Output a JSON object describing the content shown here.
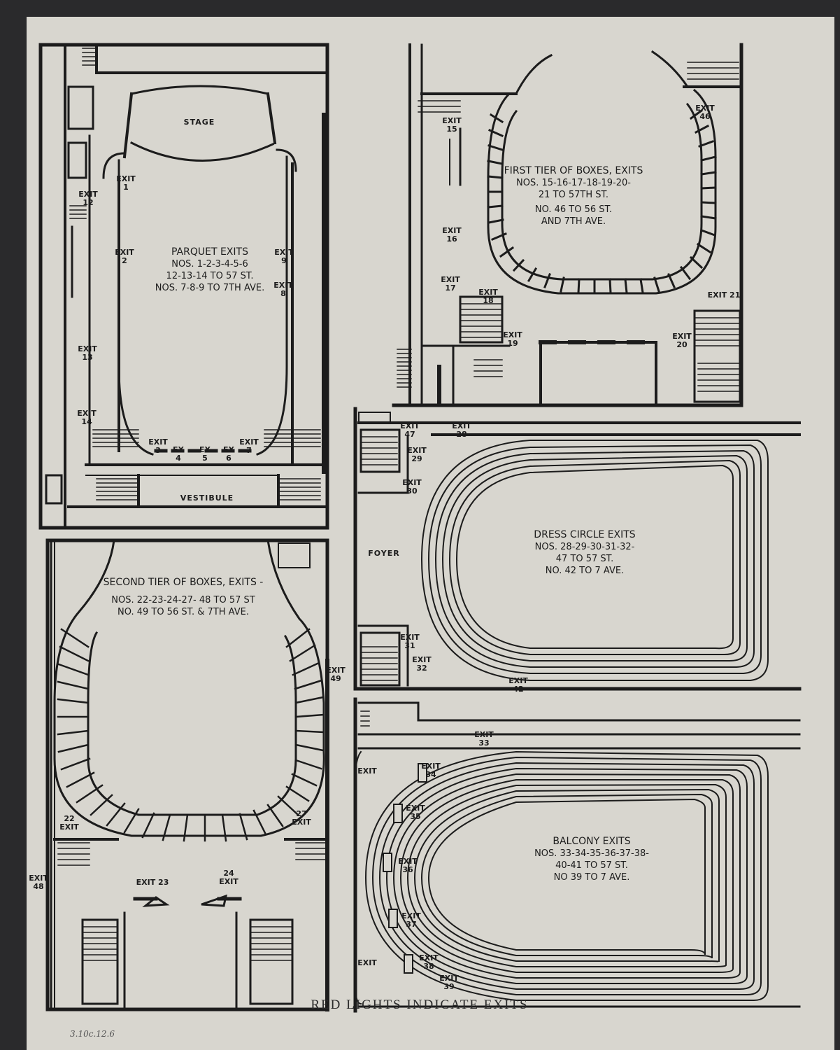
{
  "parquet": {
    "stage": "STAGE",
    "vestibule": "VESTIBULE",
    "exits": [
      {
        "id": "p1",
        "lines": [
          "EXIT",
          "1"
        ]
      },
      {
        "id": "p2",
        "lines": [
          "EXIT",
          "2"
        ]
      },
      {
        "id": "p3",
        "lines": [
          "EXIT",
          "3"
        ]
      },
      {
        "id": "p4",
        "lines": [
          "EX",
          "4"
        ]
      },
      {
        "id": "p5",
        "lines": [
          "EX",
          "5"
        ]
      },
      {
        "id": "p6",
        "lines": [
          "EX",
          "6"
        ]
      },
      {
        "id": "p7",
        "lines": [
          "EXIT",
          "7"
        ]
      },
      {
        "id": "p8",
        "lines": [
          "EXIT",
          "8"
        ]
      },
      {
        "id": "p9",
        "lines": [
          "EXIT",
          "9"
        ]
      },
      {
        "id": "p12",
        "lines": [
          "EXIT",
          "12"
        ]
      },
      {
        "id": "p13",
        "lines": [
          "EXIT",
          "13"
        ]
      },
      {
        "id": "p14",
        "lines": [
          "EXIT",
          "14"
        ]
      }
    ],
    "note": {
      "title": "PARQUET EXITS",
      "lines": [
        "NOS. 1-2-3-4-5-6",
        "12-13-14 TO 57 ST.",
        "NOS. 7-8-9 TO 7TH AVE."
      ]
    }
  },
  "first_tier": {
    "exits": [
      {
        "id": "f15",
        "lines": [
          "EXIT",
          "15"
        ]
      },
      {
        "id": "f16",
        "lines": [
          "EXIT",
          "16"
        ]
      },
      {
        "id": "f17",
        "lines": [
          "EXIT",
          "17"
        ]
      },
      {
        "id": "f18",
        "lines": [
          "EXIT",
          "18"
        ]
      },
      {
        "id": "f19",
        "lines": [
          "EXIT",
          "19"
        ]
      },
      {
        "id": "f20",
        "lines": [
          "EXIT",
          "20"
        ]
      },
      {
        "id": "f21",
        "lines": [
          "EXIT 21"
        ]
      },
      {
        "id": "f46",
        "lines": [
          "EXIT",
          "46"
        ]
      }
    ],
    "note": {
      "title": "FIRST TIER OF BOXES, EXITS",
      "lines": [
        "NOS. 15-16-17-18-19-20-",
        "21 TO 57TH ST.",
        "NO. 46 TO 56 ST.",
        "AND 7TH AVE."
      ]
    }
  },
  "second_tier": {
    "exits": [
      {
        "id": "s22",
        "lines": [
          "22",
          "EXIT"
        ]
      },
      {
        "id": "s23",
        "lines": [
          "EXIT 23"
        ]
      },
      {
        "id": "s24",
        "lines": [
          "24",
          "EXIT"
        ]
      },
      {
        "id": "s27",
        "lines": [
          "27",
          "EXIT"
        ]
      },
      {
        "id": "s48",
        "lines": [
          "EXIT",
          "48"
        ]
      },
      {
        "id": "s49",
        "lines": [
          "EXIT",
          "49"
        ]
      }
    ],
    "note": {
      "title": "SECOND TIER OF BOXES, EXITS -",
      "lines": [
        "NOS. 22-23-24-27- 48 TO 57 ST",
        "NO. 49 TO 56 ST. & 7TH AVE."
      ]
    }
  },
  "dress_circle": {
    "foyer": "FOYER",
    "exits": [
      {
        "id": "d28",
        "lines": [
          "EXIT",
          "28"
        ]
      },
      {
        "id": "d29",
        "lines": [
          "EXIT",
          "29"
        ]
      },
      {
        "id": "d30",
        "lines": [
          "EXIT",
          "30"
        ]
      },
      {
        "id": "d31",
        "lines": [
          "EXIT",
          "31"
        ]
      },
      {
        "id": "d32",
        "lines": [
          "EXIT",
          "32"
        ]
      },
      {
        "id": "d42",
        "lines": [
          "EXIT",
          "42"
        ]
      },
      {
        "id": "d47",
        "lines": [
          "EXIT",
          "47"
        ]
      }
    ],
    "note": {
      "title": "DRESS CIRCLE EXITS",
      "lines": [
        "NOS. 28-29-30-31-32-",
        "47 TO 57 ST.",
        "NO. 42 TO 7 AVE."
      ]
    }
  },
  "balcony": {
    "exits": [
      {
        "id": "b33",
        "lines": [
          "EXIT",
          "33"
        ]
      },
      {
        "id": "b34",
        "lines": [
          "EXIT",
          "34"
        ]
      },
      {
        "id": "b35",
        "lines": [
          "EXIT",
          "35"
        ]
      },
      {
        "id": "b36",
        "lines": [
          "EXIT",
          "36"
        ]
      },
      {
        "id": "b37",
        "lines": [
          "EXIT",
          "37"
        ]
      },
      {
        "id": "b38",
        "lines": [
          "EXIT",
          "38"
        ]
      },
      {
        "id": "b39",
        "lines": [
          "EXIT",
          "39"
        ]
      },
      {
        "id": "bL1",
        "lines": [
          "EXIT"
        ]
      },
      {
        "id": "bL2",
        "lines": [
          "EXIT"
        ]
      }
    ],
    "note": {
      "title": "BALCONY EXITS",
      "lines": [
        "NOS. 33-34-35-36-37-38-",
        "40-41 TO 57 ST.",
        "NO 39 TO 7 AVE."
      ]
    }
  },
  "footer": "RED LIGHTS INDICATE EXITS",
  "pencil_note": "3.10c.12.6"
}
